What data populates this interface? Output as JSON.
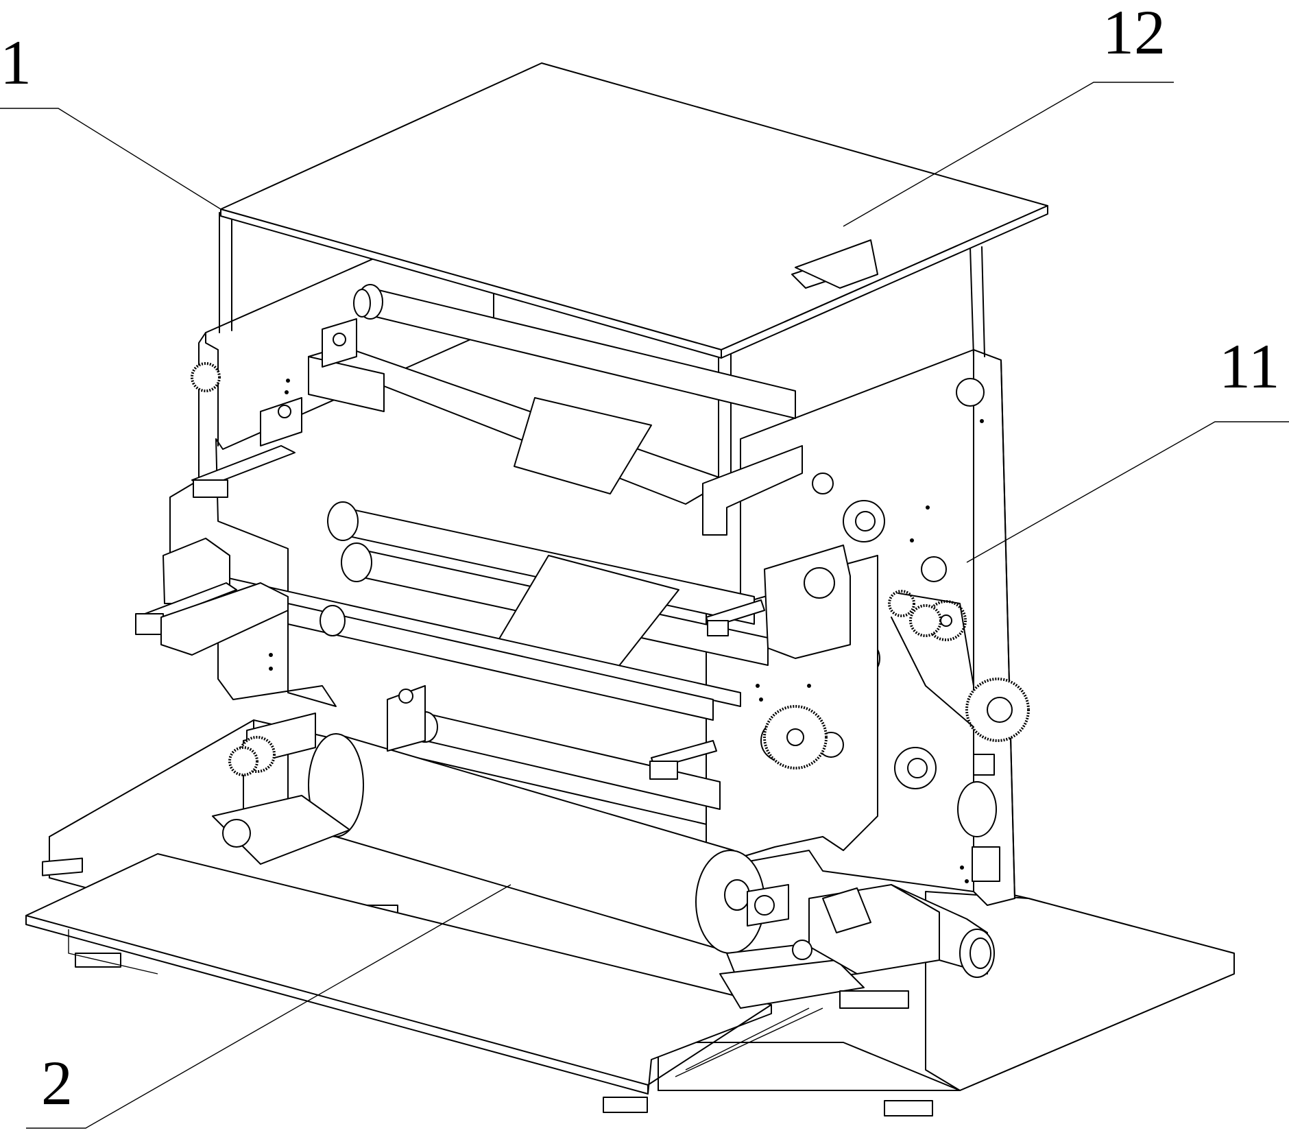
{
  "figure": {
    "callouts": [
      {
        "id": "label-1",
        "text": "1"
      },
      {
        "id": "label-12",
        "text": "12"
      },
      {
        "id": "label-11",
        "text": "11"
      },
      {
        "id": "label-2",
        "text": "2"
      }
    ]
  },
  "colors": {
    "line": "#000000",
    "fill": "#ffffff"
  }
}
